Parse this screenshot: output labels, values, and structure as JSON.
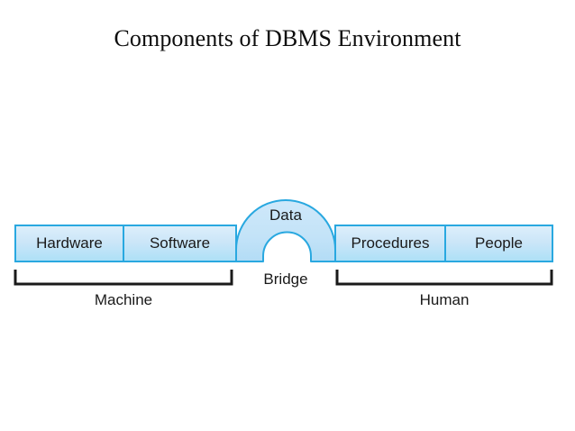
{
  "slide": {
    "title": "Components of DBMS Environment",
    "background_color": "#ffffff"
  },
  "diagram": {
    "type": "bridge-components-diagram",
    "fill_color": "#b8dcf2",
    "border_color": "#29a8e0",
    "text_color": "#1a1a1a",
    "bracket_color": "#1a1a1a",
    "boxes": [
      {
        "label": "Hardware",
        "group": "machine"
      },
      {
        "label": "Software",
        "group": "machine"
      },
      {
        "label": "Procedures",
        "group": "human"
      },
      {
        "label": "People",
        "group": "human"
      }
    ],
    "arch": {
      "label": "Data",
      "caption": "Bridge"
    },
    "brackets": [
      {
        "label": "Machine"
      },
      {
        "label": "Human"
      }
    ]
  }
}
